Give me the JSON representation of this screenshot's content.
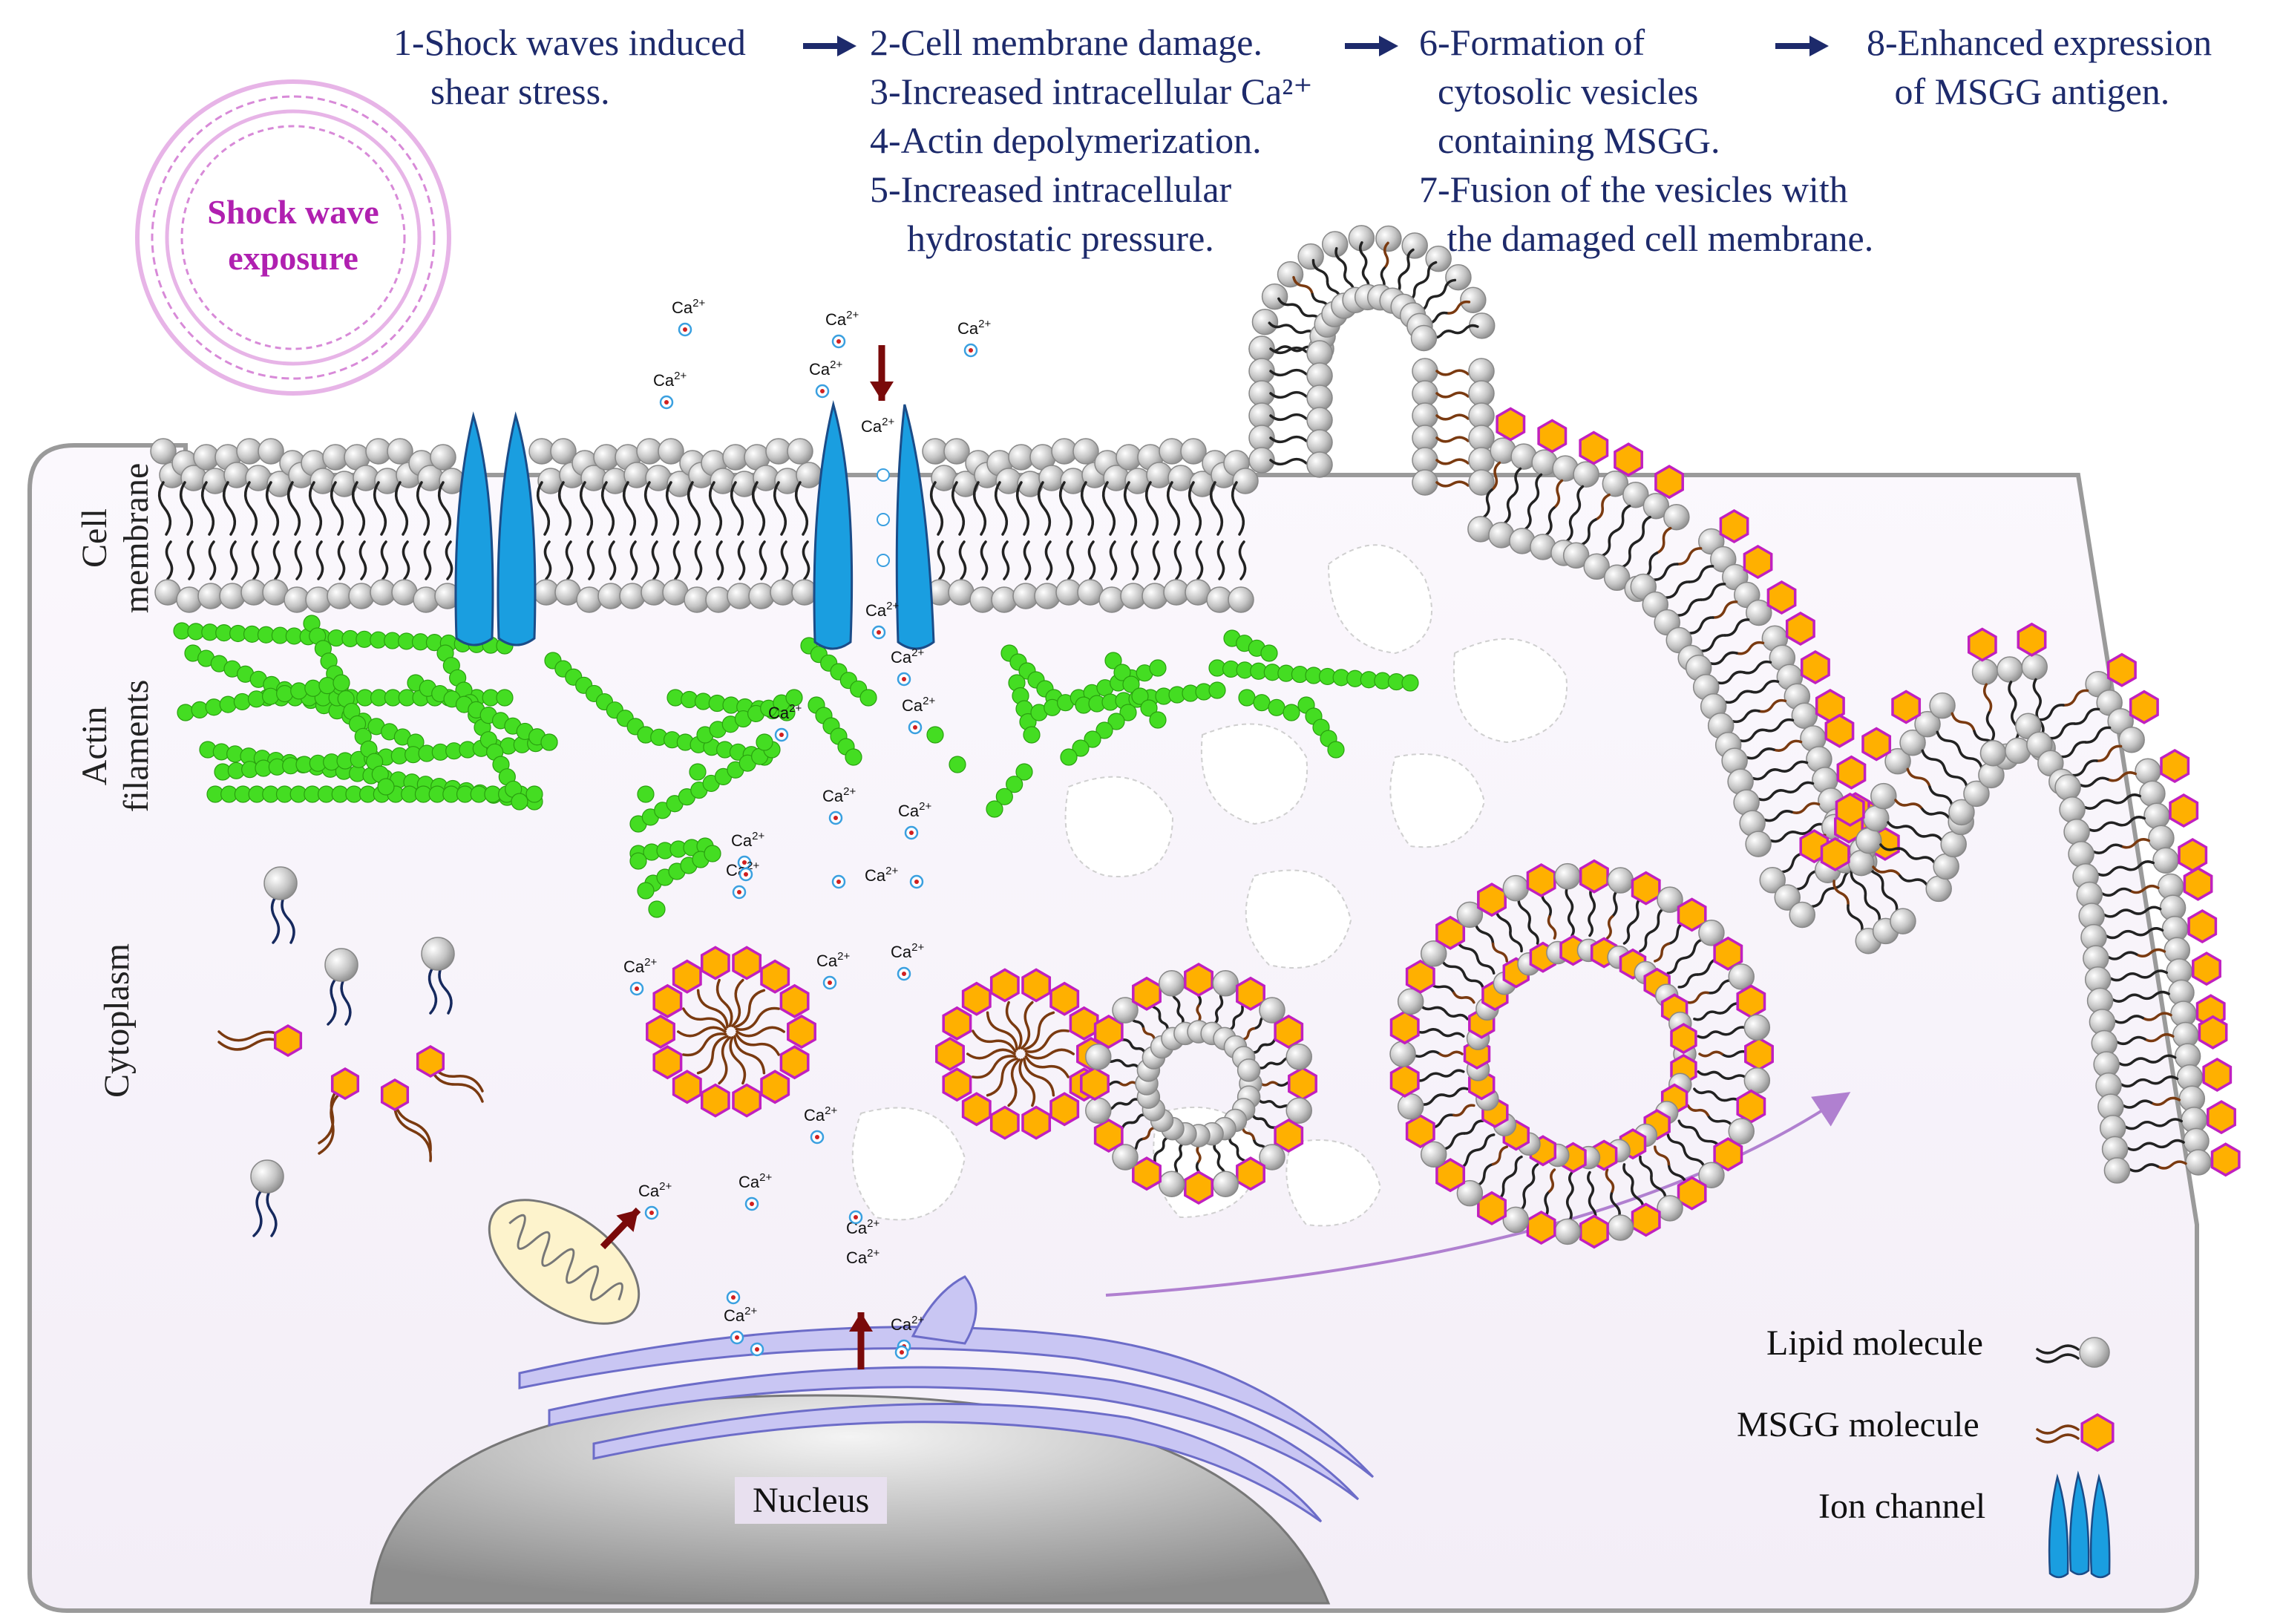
{
  "steps": [
    "1-Shock waves induced\n    shear stress.",
    "2-Cell membrane damage.\n3-Increased intracellular Ca²⁺\n4-Actin depolymerization.\n5-Increased intracellular\n    hydrostatic pressure.",
    "6-Formation of\n  cytosolic vesicles\n  containing MSGG.\n7-Fusion of the vesicles with\n   the damaged cell membrane.",
    "8-Enhanced expression\n   of MSGG antigen."
  ],
  "shock_label": "Shock wave\nexposure",
  "side_labels": {
    "membrane": "Cell\nmembrane",
    "actin": "Actin\nfilaments",
    "cytoplasm": "Cytoplasm"
  },
  "nucleus_label": "Nucleus",
  "calcium_label": "Ca",
  "calcium_charge": "2+",
  "legend": {
    "lipid": "Lipid molecule",
    "msgg": "MSGG molecule",
    "channel": "Ion channel"
  },
  "colors": {
    "step_text": "#1d2a6b",
    "shock_text": "#b020b0",
    "actin": "#44dd22",
    "channel": "#1a9ee0",
    "msgg_fill": "#ffb000",
    "msgg_edge": "#c020c0",
    "lipid_head": "#c8c8c8",
    "msgg_tail": "#7a3a10",
    "cytoplasm": "#f7f3fa",
    "arrow_dark_red": "#7a0a0a"
  }
}
